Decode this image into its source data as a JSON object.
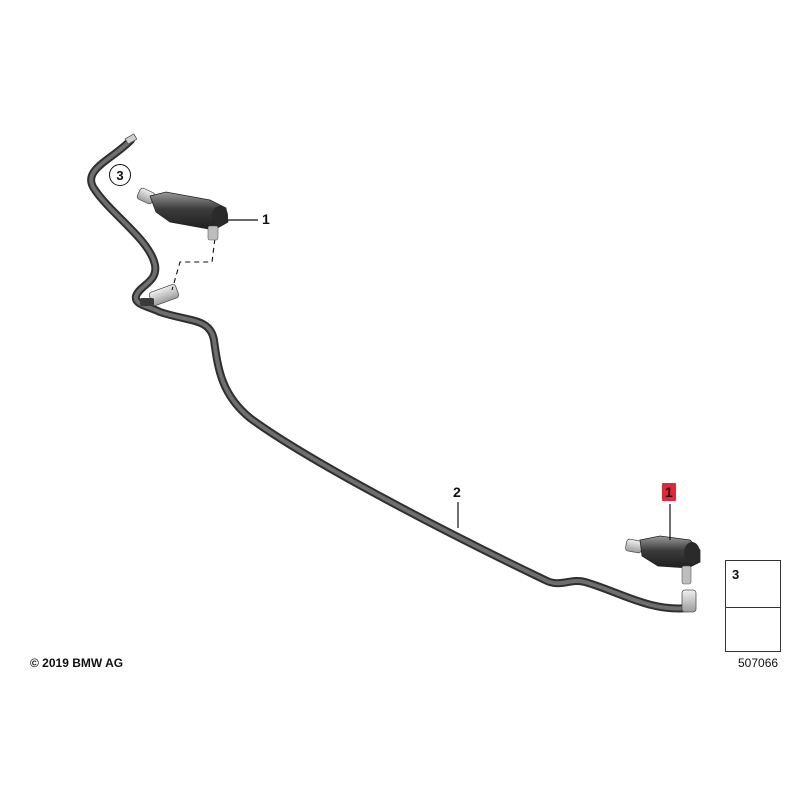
{
  "callouts": {
    "part1_top": "1",
    "part1_right": "1",
    "part2": "2",
    "part3_circled": "3"
  },
  "legend": {
    "part_number": "3"
  },
  "footer": {
    "copyright": "© 2019 BMW AG",
    "diagram_number": "507066"
  },
  "colors": {
    "hose": "#4a4a4a",
    "highlight": "#e0283c",
    "line": "#111111"
  }
}
